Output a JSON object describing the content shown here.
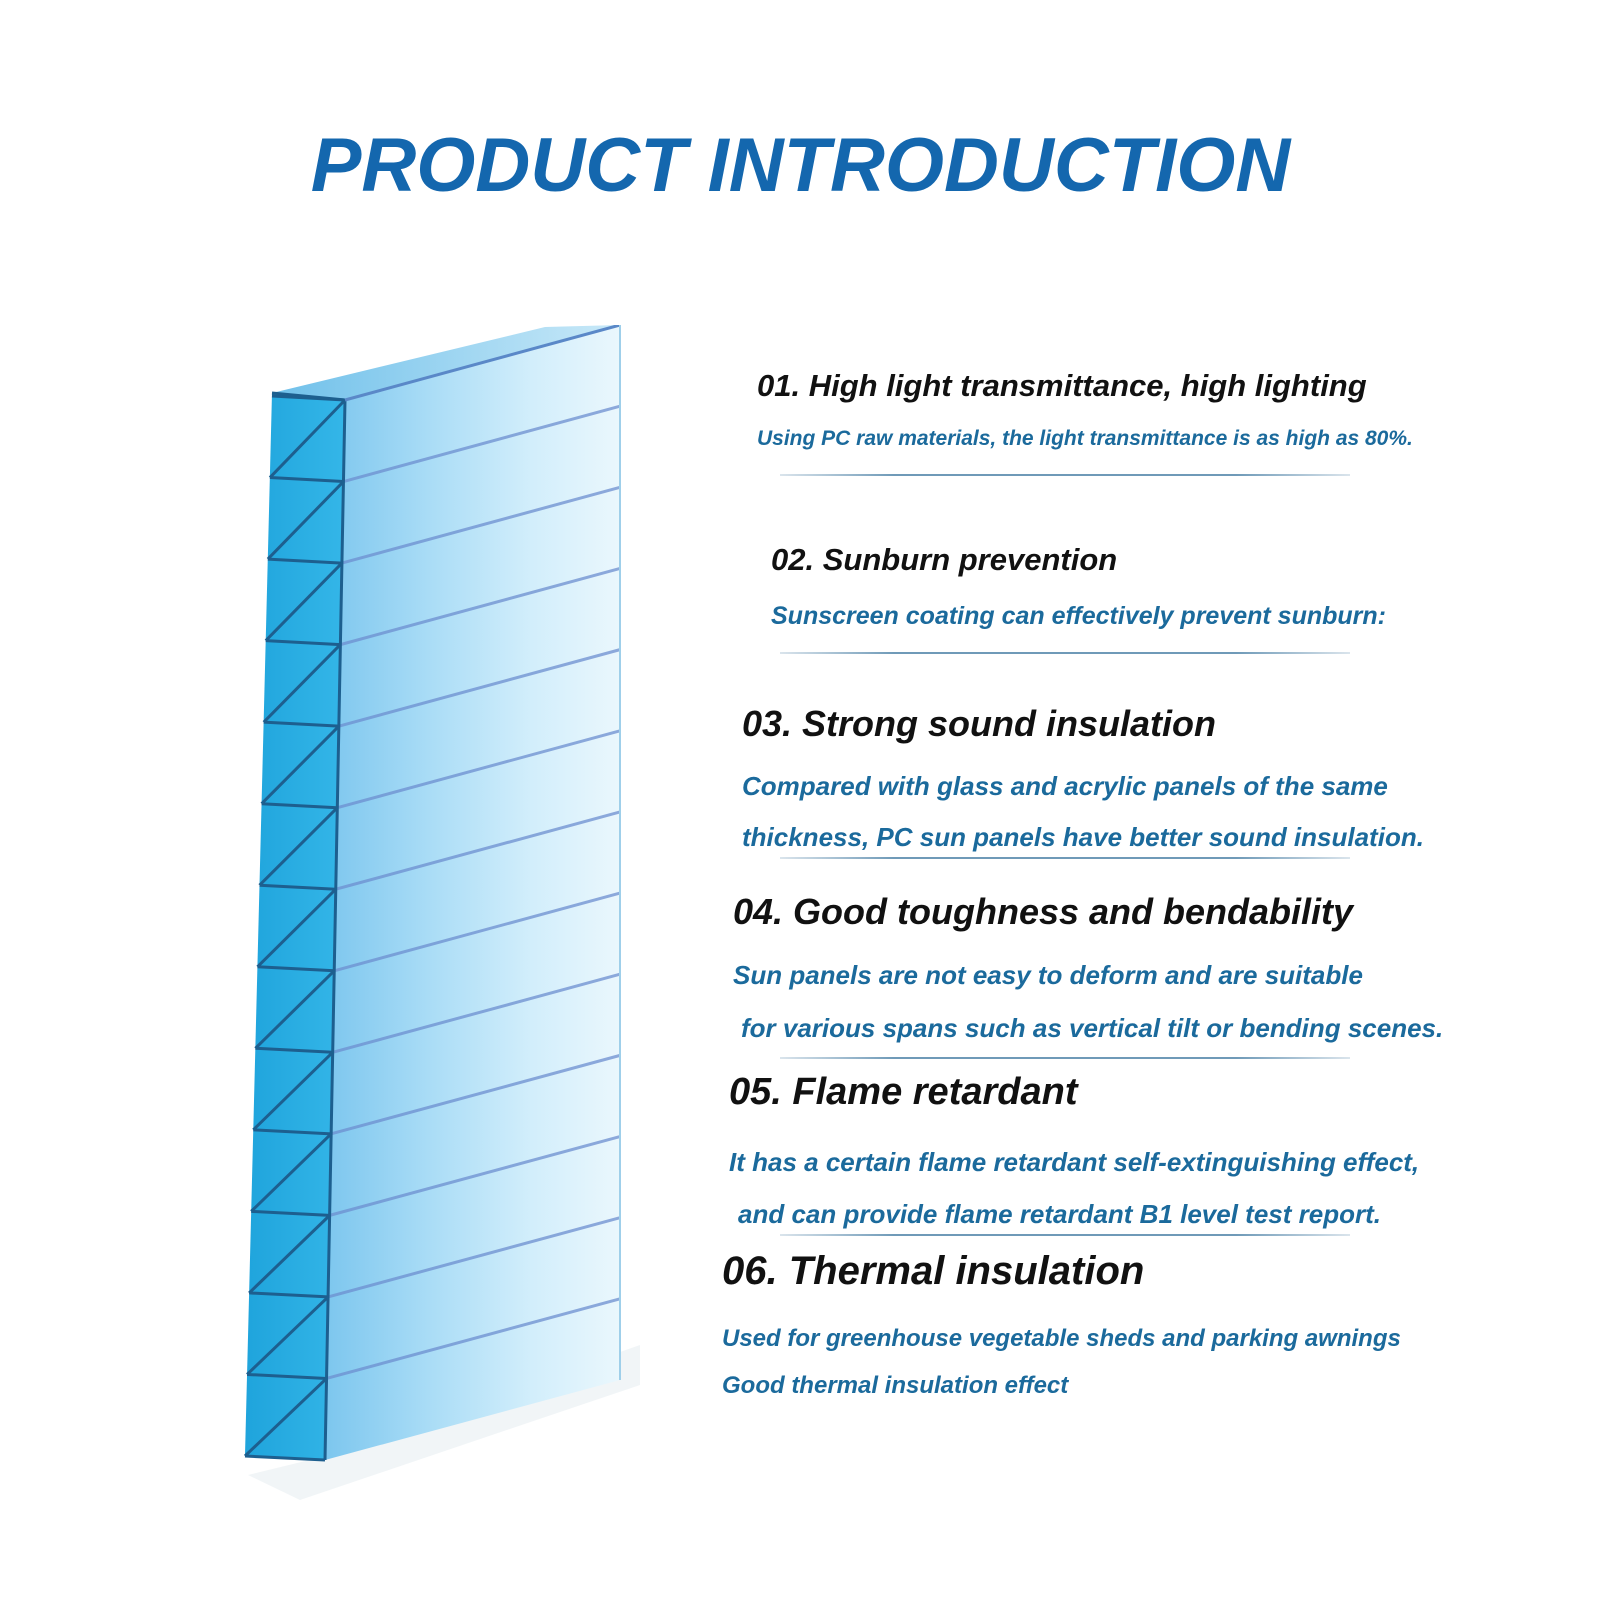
{
  "title": "PRODUCT INTRODUCTION",
  "colors": {
    "title": "#1467ae",
    "heading": "#111111",
    "body": "#1b6a9c",
    "panel": "#29a9e0",
    "divider": "#6f9ab8"
  },
  "features": [
    {
      "heading": "01. High light transmittance, high lighting",
      "lines": [
        "Using PC raw materials, the light transmittance is as high as 80%."
      ]
    },
    {
      "heading": "02. Sunburn prevention",
      "lines": [
        "Sunscreen coating can effectively prevent sunburn:"
      ]
    },
    {
      "heading": "03. Strong sound insulation",
      "lines": [
        "Compared with glass and acrylic panels of the same",
        "thickness, PC sun panels have better sound insulation."
      ]
    },
    {
      "heading": "04. Good toughness and bendability",
      "lines": [
        "Sun panels are not easy to deform and are suitable",
        "for various spans  such as vertical tilt or bending scenes."
      ]
    },
    {
      "heading": "05. Flame retardant",
      "lines": [
        "It has a certain flame retardant self-extinguishing effect,",
        "and can provide flame retardant B1 level test report."
      ]
    },
    {
      "heading": "06. Thermal insulation",
      "lines": [
        "Used for greenhouse vegetable sheds and parking awnings",
        "Good thermal insulation effect"
      ]
    }
  ]
}
